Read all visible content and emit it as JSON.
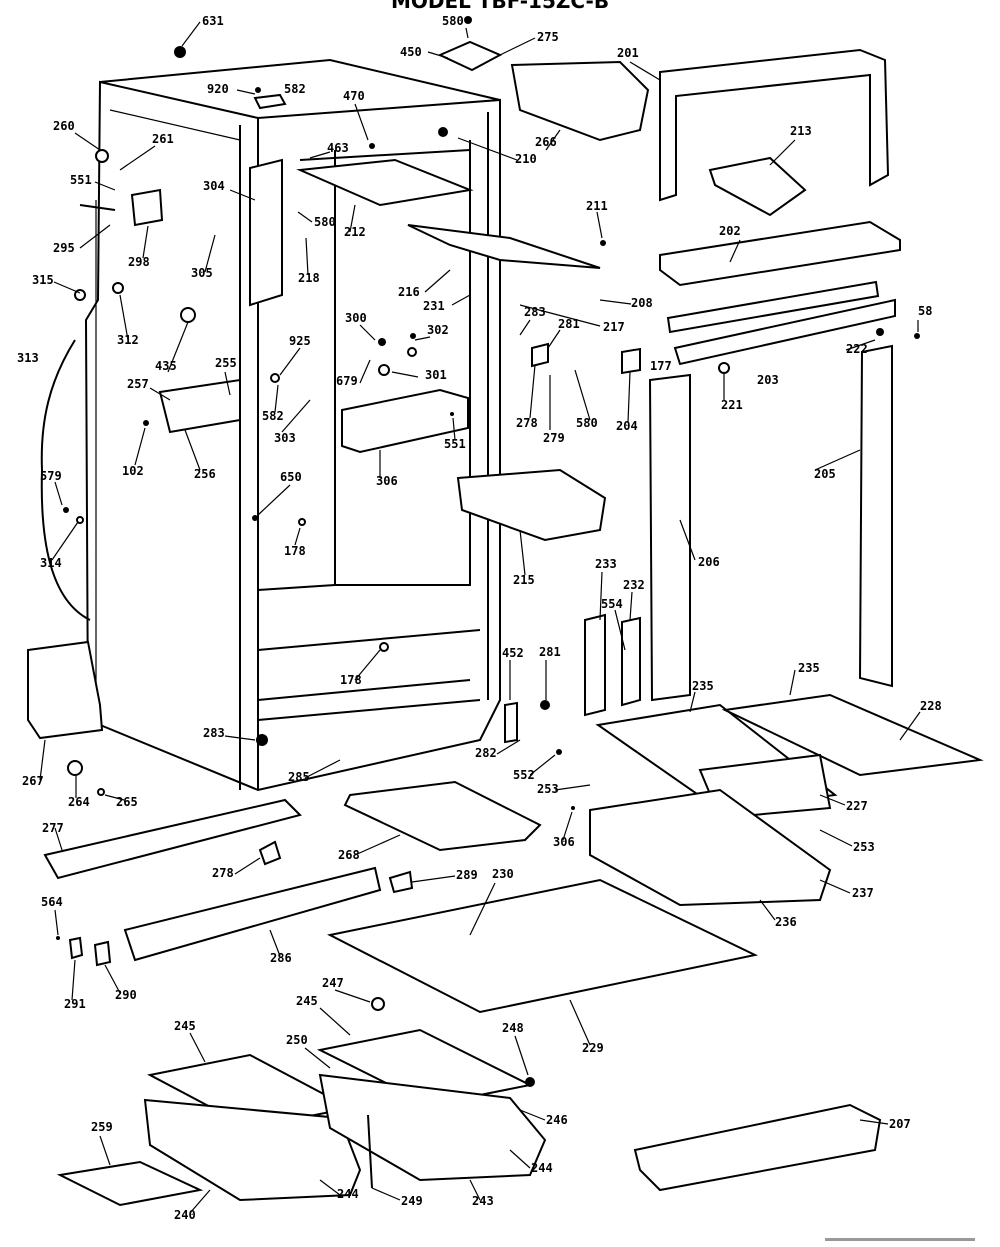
{
  "title": "MODEL TBF-15ZC-B",
  "part_labels": [
    "631",
    "580",
    "275",
    "450",
    "201",
    "920",
    "582",
    "470",
    "260",
    "261",
    "463",
    "266",
    "210",
    "213",
    "551",
    "304",
    "580",
    "295",
    "298",
    "212",
    "211",
    "202",
    "216",
    "305",
    "218",
    "315",
    "216",
    "231",
    "283",
    "208",
    "312",
    "300",
    "302",
    "217",
    "58",
    "925",
    "281",
    "222",
    "313",
    "255",
    "177",
    "203",
    "435",
    "257",
    "679",
    "301",
    "278",
    "221",
    "582",
    "279",
    "580",
    "204",
    "303",
    "102",
    "551",
    "256",
    "306",
    "205",
    "579",
    "650",
    "178",
    "215",
    "206",
    "233",
    "314",
    "232",
    "554",
    "235",
    "235",
    "178",
    "452",
    "281",
    "228",
    "267",
    "283",
    "282",
    "285",
    "552",
    "253",
    "227",
    "264",
    "265",
    "253",
    "277",
    "268",
    "306",
    "237",
    "564",
    "278",
    "289",
    "230",
    "236",
    "286",
    "291",
    "290",
    "247",
    "229",
    "245",
    "248",
    "245",
    "250",
    "246",
    "259",
    "207",
    "240",
    "244",
    "249",
    "243",
    "244"
  ]
}
